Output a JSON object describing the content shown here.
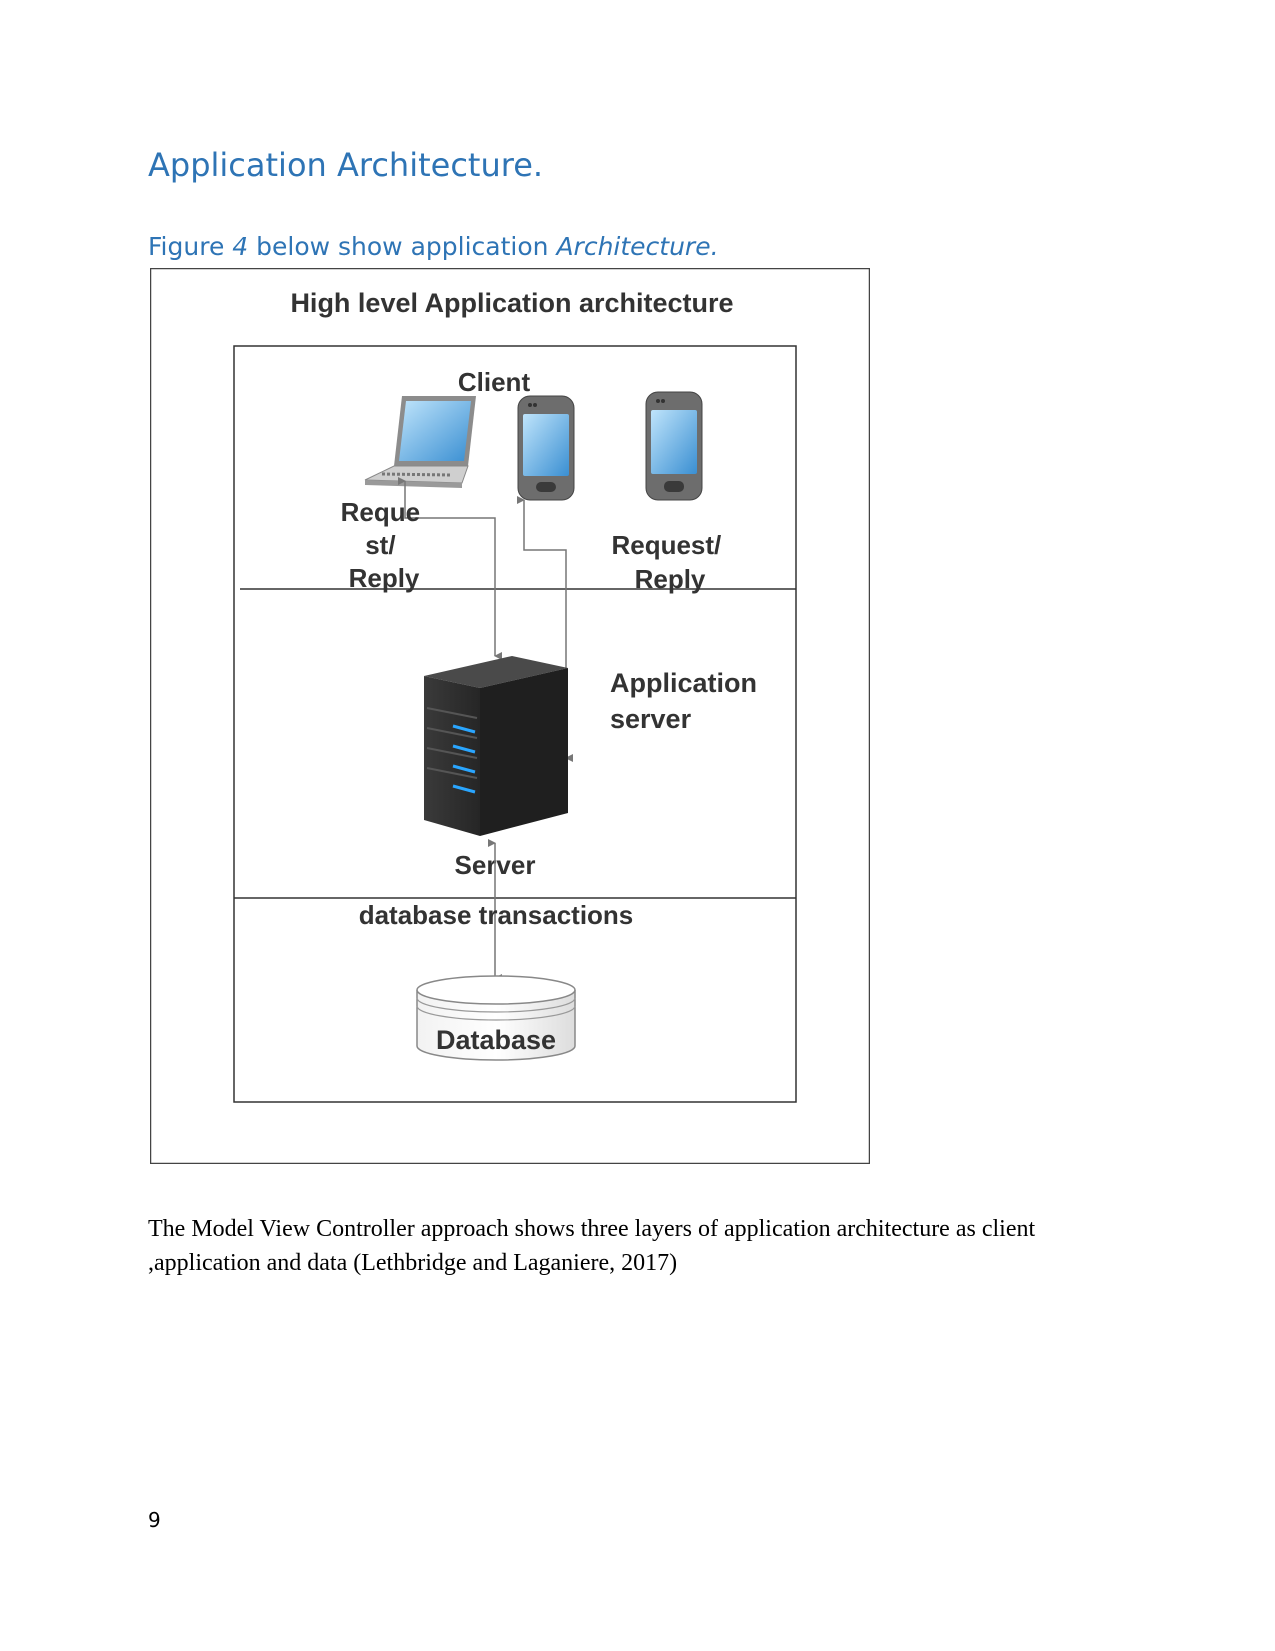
{
  "heading": "Application Architecture.",
  "caption": {
    "part1": "Figure ",
    "part2": "4",
    "part3": " below show application ",
    "part4": "Architecture."
  },
  "diagram": {
    "title": "High level Application architecture",
    "client_label": "Client",
    "request_reply_left": [
      "Reque",
      "st/",
      "Reply"
    ],
    "request_reply_right": [
      "Request/",
      "Reply"
    ],
    "app_server_label": [
      "Application",
      "server"
    ],
    "server_label": "Server",
    "db_transactions_label": "database transactions",
    "database_label": "Database"
  },
  "body_text": "The Model View Controller  approach shows three layers of application architecture as client ,application and data (Lethbridge and Laganiere, 2017)",
  "page_number": "9"
}
